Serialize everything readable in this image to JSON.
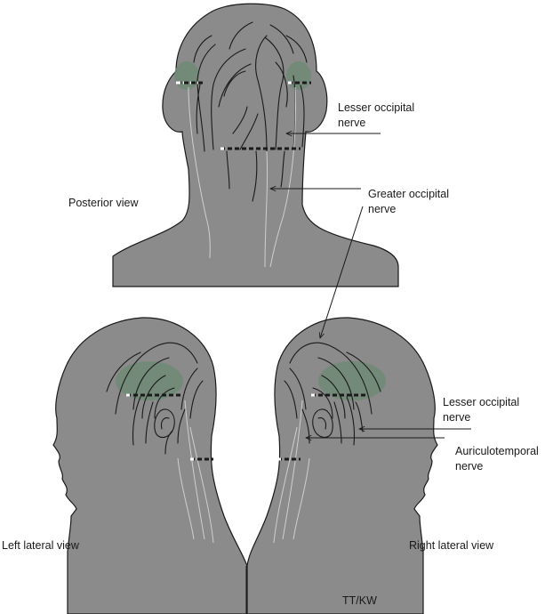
{
  "labels": {
    "posterior_view": "Posterior view",
    "lesser_occipital_top_line1": "Lesser occipital",
    "lesser_occipital_top_line2": "nerve",
    "greater_occipital_line1": "Greater occipital",
    "greater_occipital_line2": "nerve",
    "lesser_occipital_right_line1": "Lesser occipital",
    "lesser_occipital_right_line2": "nerve",
    "auriculotemporal_line1": "Auriculotemporal",
    "auriculotemporal_line2": "nerve",
    "left_lateral_view": "Left lateral view",
    "right_lateral_view": "Right lateral view",
    "credit": "TT/KW"
  },
  "colors": {
    "head_fill": "#8b8b8b",
    "block_fill": "#6e8a74",
    "outline": "#1a1a1a",
    "injection_dash_light": "#ffffff",
    "injection_dash_dark": "#1a1a1a"
  }
}
